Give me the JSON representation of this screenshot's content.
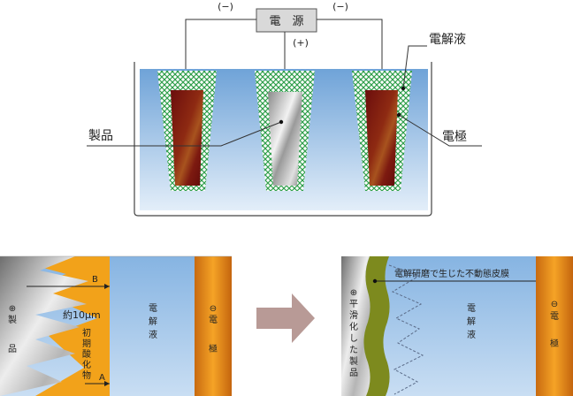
{
  "top_diagram": {
    "power_supply": "電　源",
    "left_terminal": "(−)",
    "right_terminal": "(−)",
    "center_terminal": "(+)",
    "electrolyte_label": "電解液",
    "product_label": "製品",
    "electrode_label": "電極"
  },
  "before_panel": {
    "product": [
      "⊕",
      "製",
      "",
      "品"
    ],
    "thickness_B": "B",
    "thickness_A": "A",
    "oxide_thickness": "約10μm",
    "oxide_label": [
      "初",
      "期",
      "酸",
      "化",
      "物"
    ],
    "electrolyte": [
      "電",
      "解",
      "液"
    ],
    "electrode": [
      "⊖",
      "電",
      "",
      "極"
    ]
  },
  "after_panel": {
    "product": [
      "⊕",
      "平",
      "滑",
      "化",
      "し",
      "た",
      "製",
      "品"
    ],
    "passive_film": "電解研磨で生じた不動態皮膜",
    "electrolyte": [
      "電",
      "解",
      "液"
    ],
    "electrode": [
      "⊖",
      "電",
      "",
      "極"
    ]
  },
  "colors": {
    "electrolyte": "#8fb8e0",
    "electrode_dark": "#7a1010",
    "oxide": "#f2a21a",
    "film": "#7d8a1e",
    "arrow": "#b89a96"
  }
}
